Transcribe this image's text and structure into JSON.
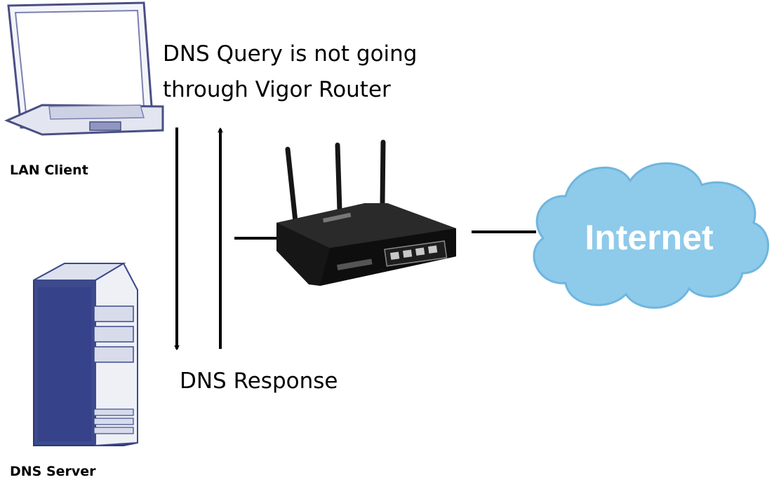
{
  "query_note": {
    "line1": "DNS Query is not going",
    "line2": "through Vigor Router"
  },
  "response_note": "DNS Response",
  "nodes": {
    "lan_client": {
      "label": "LAN Client",
      "icon": "laptop-icon"
    },
    "dns_server": {
      "label": "DNS Server",
      "icon": "server-tower-icon"
    },
    "router": {
      "icon": "wireless-router-icon"
    },
    "internet": {
      "label": "Internet",
      "icon": "cloud-icon"
    }
  },
  "colors": {
    "cloud_fill": "#8ECAEA",
    "cloud_edge": "#6FB6DE",
    "server_body": "#3D4A8C",
    "server_face": "#EEF0F6",
    "router_body": "#161616",
    "laptop_frame": "#4A4F84",
    "line": "#000000"
  }
}
